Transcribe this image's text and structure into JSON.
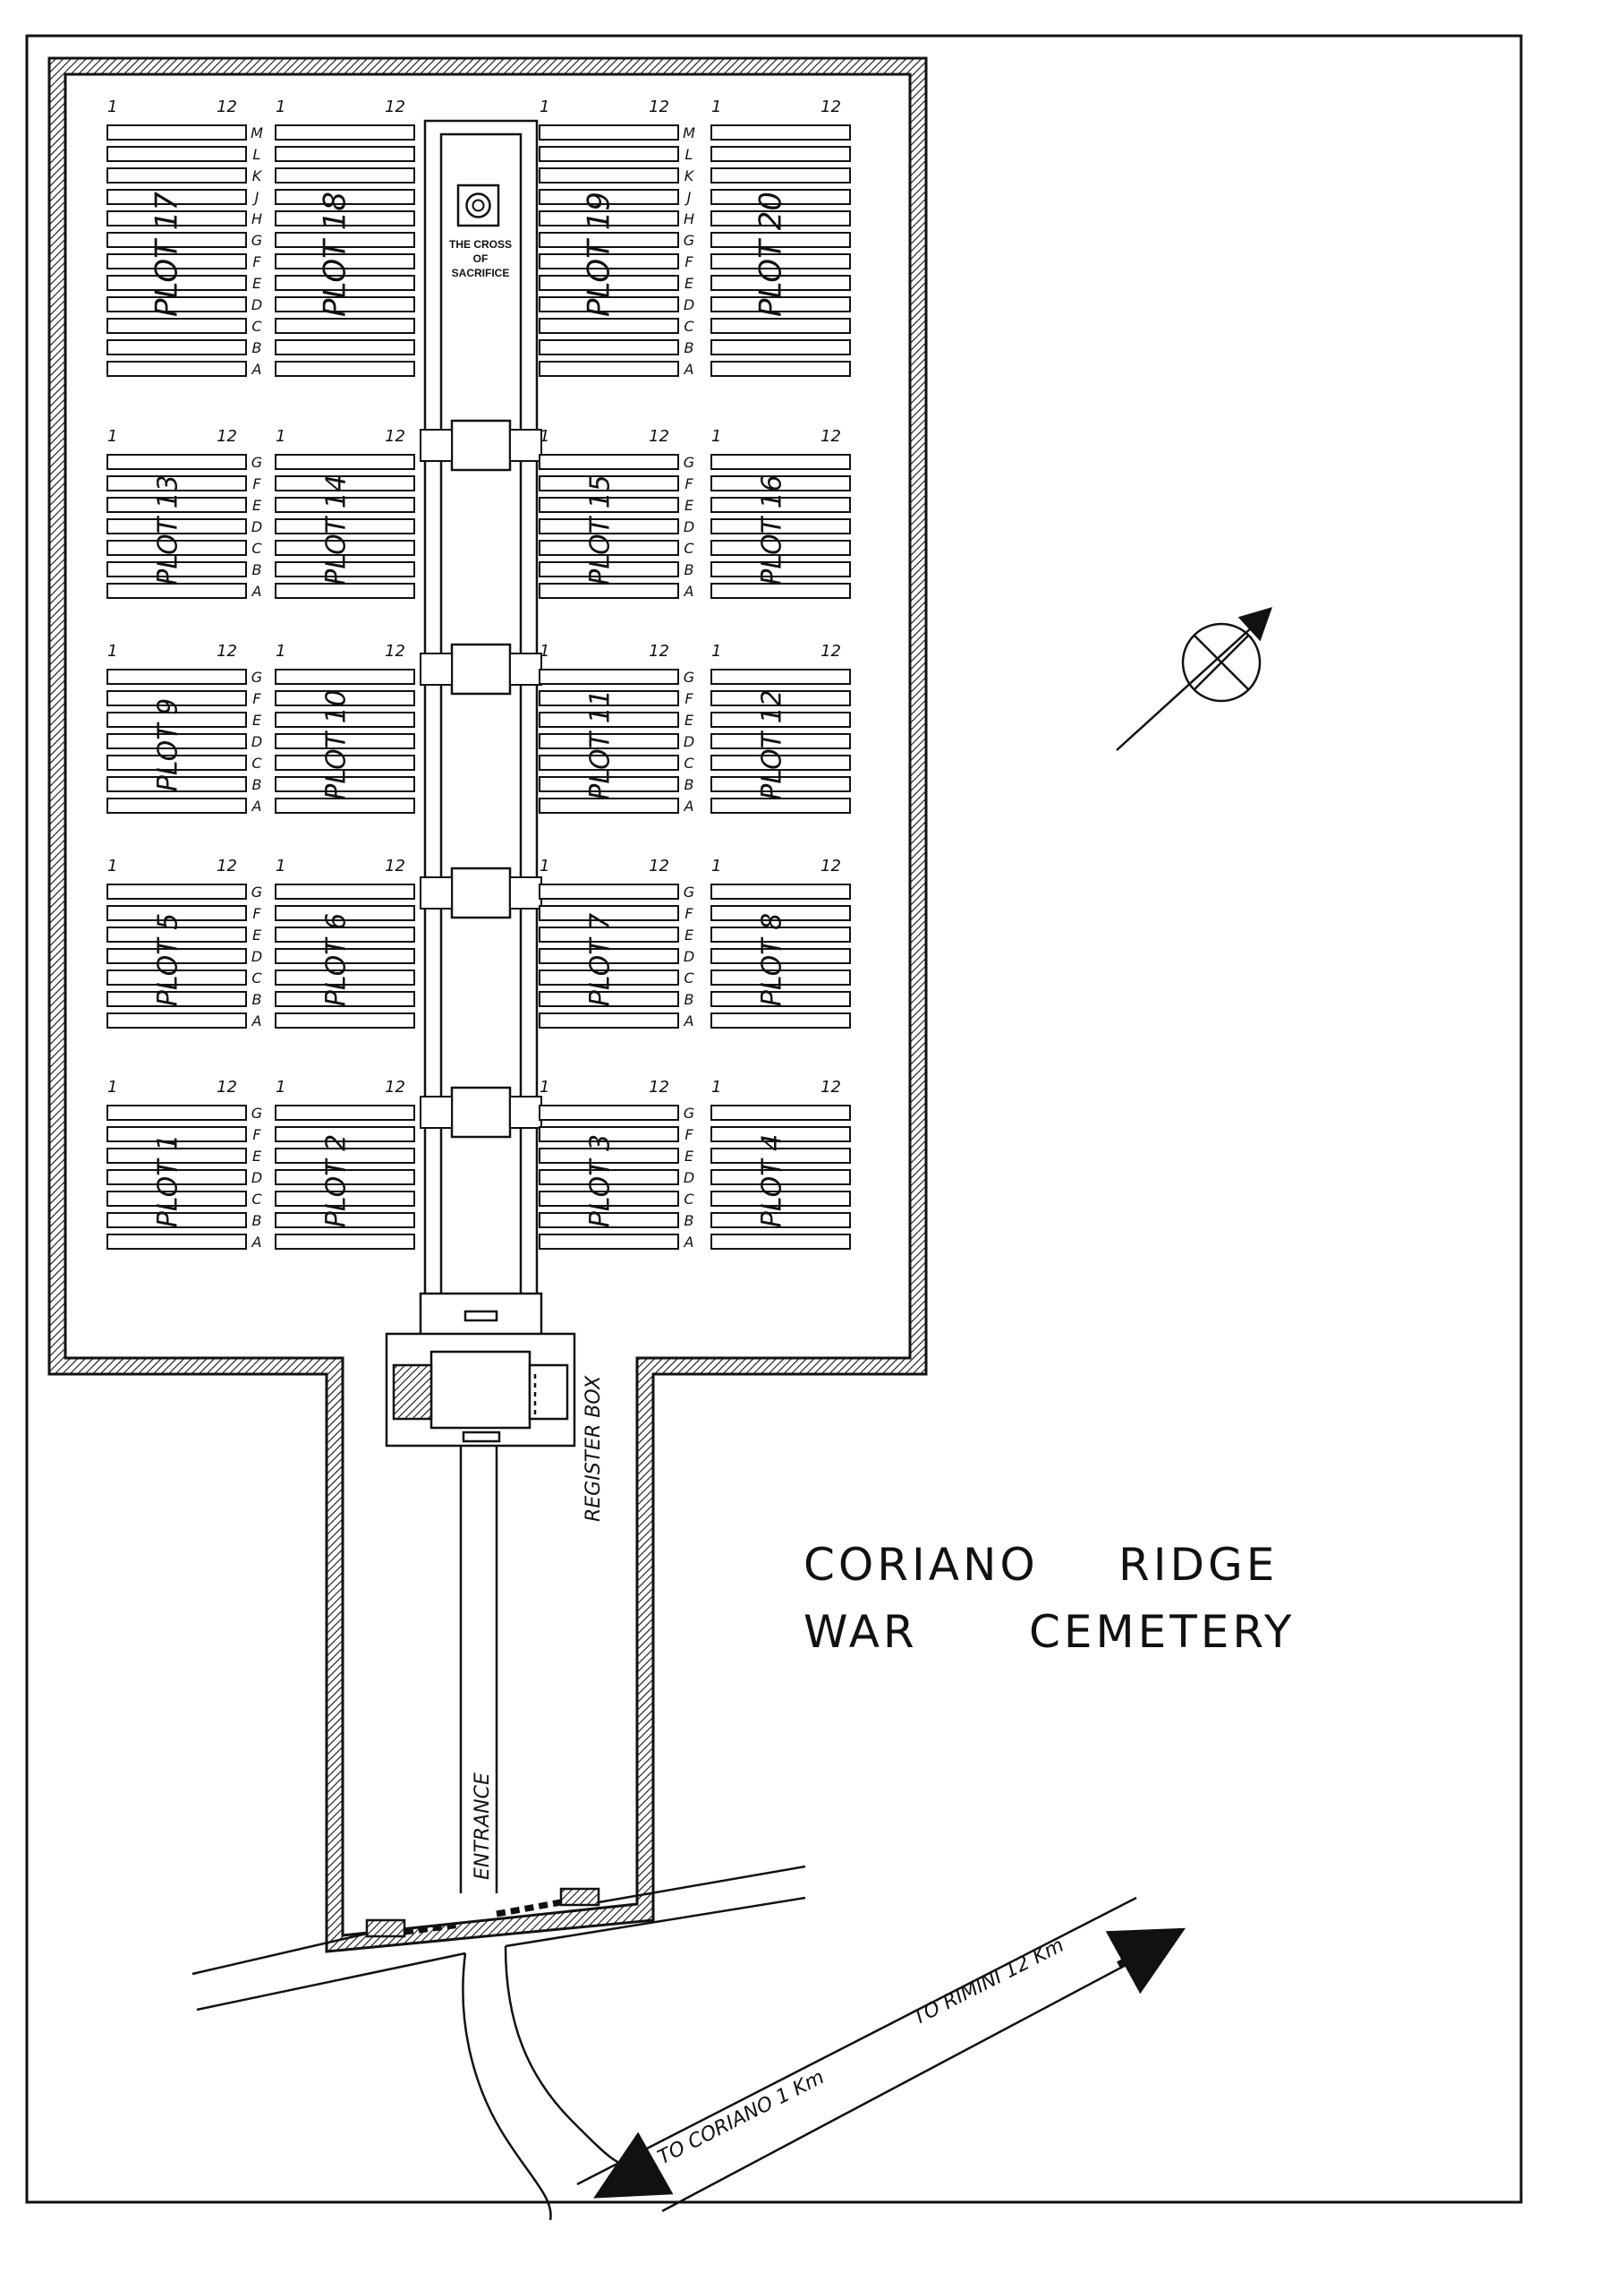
{
  "title": {
    "line1_word1": "CORIANO",
    "line1_word2": "RIDGE",
    "line2_word1": "WAR",
    "line2_word2": "CEMETERY"
  },
  "cross_label": [
    "THE CROSS",
    "OF",
    "SACRIFICE"
  ],
  "labels": {
    "register_box": "REGISTER BOX",
    "entrance": "ENTRANCE",
    "to_rimini": "TO RIMINI  12 Km",
    "to_coriano": "TO CORIANO  1 Km"
  },
  "grave_range": {
    "start": "1",
    "end": "12"
  },
  "plot_word": "PLOT",
  "plots": [
    {
      "number": "17",
      "rows": [
        "M",
        "L",
        "K",
        "J",
        "H",
        "G",
        "F",
        "E",
        "D",
        "C",
        "B",
        "A"
      ]
    },
    {
      "number": "18",
      "rows": [
        "M",
        "L",
        "K",
        "J",
        "H",
        "G",
        "F",
        "E",
        "D",
        "C",
        "B",
        "A"
      ]
    },
    {
      "number": "19",
      "rows": [
        "M",
        "L",
        "K",
        "J",
        "H",
        "G",
        "F",
        "E",
        "D",
        "C",
        "B",
        "A"
      ]
    },
    {
      "number": "20",
      "rows": [
        "M",
        "L",
        "K",
        "J",
        "H",
        "G",
        "F",
        "E",
        "D",
        "C",
        "B",
        "A"
      ]
    },
    {
      "number": "13",
      "rows": [
        "G",
        "F",
        "E",
        "D",
        "C",
        "B",
        "A"
      ]
    },
    {
      "number": "14",
      "rows": [
        "G",
        "F",
        "E",
        "D",
        "C",
        "B",
        "A"
      ]
    },
    {
      "number": "15",
      "rows": [
        "G",
        "F",
        "E",
        "D",
        "C",
        "B",
        "A"
      ]
    },
    {
      "number": "16",
      "rows": [
        "G",
        "F",
        "E",
        "D",
        "C",
        "B",
        "A"
      ]
    },
    {
      "number": "9",
      "rows": [
        "G",
        "F",
        "E",
        "D",
        "C",
        "B",
        "A"
      ]
    },
    {
      "number": "10",
      "rows": [
        "G",
        "F",
        "E",
        "D",
        "C",
        "B",
        "A"
      ]
    },
    {
      "number": "11",
      "rows": [
        "G",
        "F",
        "E",
        "D",
        "C",
        "B",
        "A"
      ]
    },
    {
      "number": "12",
      "rows": [
        "G",
        "F",
        "E",
        "D",
        "C",
        "B",
        "A"
      ]
    },
    {
      "number": "5",
      "rows": [
        "G",
        "F",
        "E",
        "D",
        "C",
        "B",
        "A"
      ]
    },
    {
      "number": "6",
      "rows": [
        "G",
        "F",
        "E",
        "D",
        "C",
        "B",
        "A"
      ]
    },
    {
      "number": "7",
      "rows": [
        "G",
        "F",
        "E",
        "D",
        "C",
        "B",
        "A"
      ]
    },
    {
      "number": "8",
      "rows": [
        "G",
        "F",
        "E",
        "D",
        "C",
        "B",
        "A"
      ]
    },
    {
      "number": "1",
      "rows": [
        "G",
        "F",
        "E",
        "D",
        "C",
        "B",
        "A"
      ]
    },
    {
      "number": "2",
      "rows": [
        "G",
        "F",
        "E",
        "D",
        "C",
        "B",
        "A"
      ]
    },
    {
      "number": "3",
      "rows": [
        "G",
        "F",
        "E",
        "D",
        "C",
        "B",
        "A"
      ]
    },
    {
      "number": "4",
      "rows": [
        "G",
        "F",
        "E",
        "D",
        "C",
        "B",
        "A"
      ]
    }
  ],
  "colors": {
    "ink": "#111111",
    "paper": "#ffffff"
  },
  "icons": [
    "north-arrow-icon",
    "cross-of-sacrifice-icon",
    "road-arrow-icon"
  ]
}
